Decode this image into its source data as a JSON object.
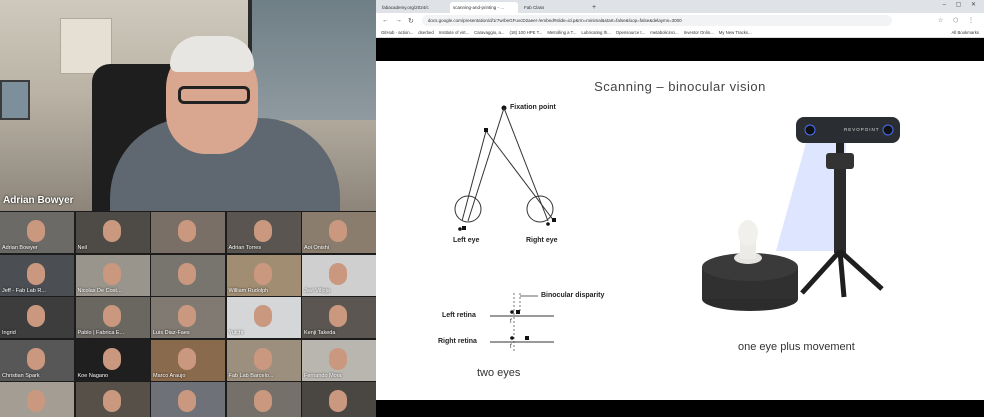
{
  "call": {
    "speaker_name": "Adrian Bowyer",
    "participants": [
      {
        "name": "Adrian Bowyer",
        "bg": "#6b6a66"
      },
      {
        "name": "Neil",
        "bg": "#4e4b47"
      },
      {
        "name": "",
        "bg": "#7a6f66"
      },
      {
        "name": "Adrian Torres",
        "bg": "#5a5550"
      },
      {
        "name": "Aoi Onishi",
        "bg": "#8a7d6e"
      },
      {
        "name": "Jeff - Fab Lab R...",
        "bg": "#4b4f53"
      },
      {
        "name": "Nicolas De Cost...",
        "bg": "#9a958c"
      },
      {
        "name": "",
        "bg": "#77756e"
      },
      {
        "name": "William Rudolph",
        "bg": "#a08d72"
      },
      {
        "name": "Javi Villoja",
        "bg": "#cfcfcf"
      },
      {
        "name": "Ingrid",
        "bg": "#3d3d3d"
      },
      {
        "name": "Pablo | Fabrica E...",
        "bg": "#6a6660"
      },
      {
        "name": "Luis Diaz-Faes",
        "bg": "#807a72"
      },
      {
        "name": "Yuichi",
        "bg": "#d4d6d8"
      },
      {
        "name": "Kenji Takeda",
        "bg": "#5b5651"
      },
      {
        "name": "Christian Spark",
        "bg": "#575757"
      },
      {
        "name": "Koe Nagano",
        "bg": "#1f1f1f"
      },
      {
        "name": "Marco Araujo",
        "bg": "#8a6a4d"
      },
      {
        "name": "Fab Lab Barcelo...",
        "bg": "#9c8f7d"
      },
      {
        "name": "Fernando Mora",
        "bg": "#b9b6b0"
      },
      {
        "name": "",
        "bg": "#a39d94"
      },
      {
        "name": "",
        "bg": "#565048"
      },
      {
        "name": "",
        "bg": "#6e7177"
      },
      {
        "name": "",
        "bg": "#76706a"
      },
      {
        "name": "",
        "bg": "#4a4642"
      }
    ]
  },
  "browser": {
    "tabs": [
      {
        "label": "fabacademy.org/2024/c",
        "active": false
      },
      {
        "label": "scanning-and-printing - ...",
        "active": true
      },
      {
        "label": "Fab Class",
        "active": false
      }
    ],
    "new_tab": "+",
    "window_controls": "– ▢ ✕",
    "nav": {
      "back": "←",
      "forward": "→",
      "reload": "↻"
    },
    "url": "docs.google.com/presentation/d/1r7wrbeGFuvcD2aeer-/embed#slide=id.p&rm=minimal&start=false&loop=false&delayms=3000",
    "addr_icons": "☆ ⬡ ⋮",
    "bookmarks": [
      "GitHub · action...",
      "dserbed",
      "Institute of virt...",
      "Caravaggio, a...",
      "(18) 100 HPE T...",
      "Metrolling a T...",
      "Lubricating th...",
      "Opensource t...",
      "metabolicinci...",
      "Investor Onlin...",
      "My New Tracks..."
    ],
    "bookmarks_all": "All Bookmarks"
  },
  "slide": {
    "title": "Scanning – binocular vision",
    "fixation_point": "Fixation point",
    "left_eye": "Left eye",
    "right_eye": "Right eye",
    "binocular_disparity": "Binocular disparity",
    "left_retina": "Left retina",
    "right_retina": "Right retina",
    "f_label": "f",
    "caption_left": "two eyes",
    "caption_right": "one eye plus movement",
    "scanner_brand": "REVOPOINT"
  }
}
